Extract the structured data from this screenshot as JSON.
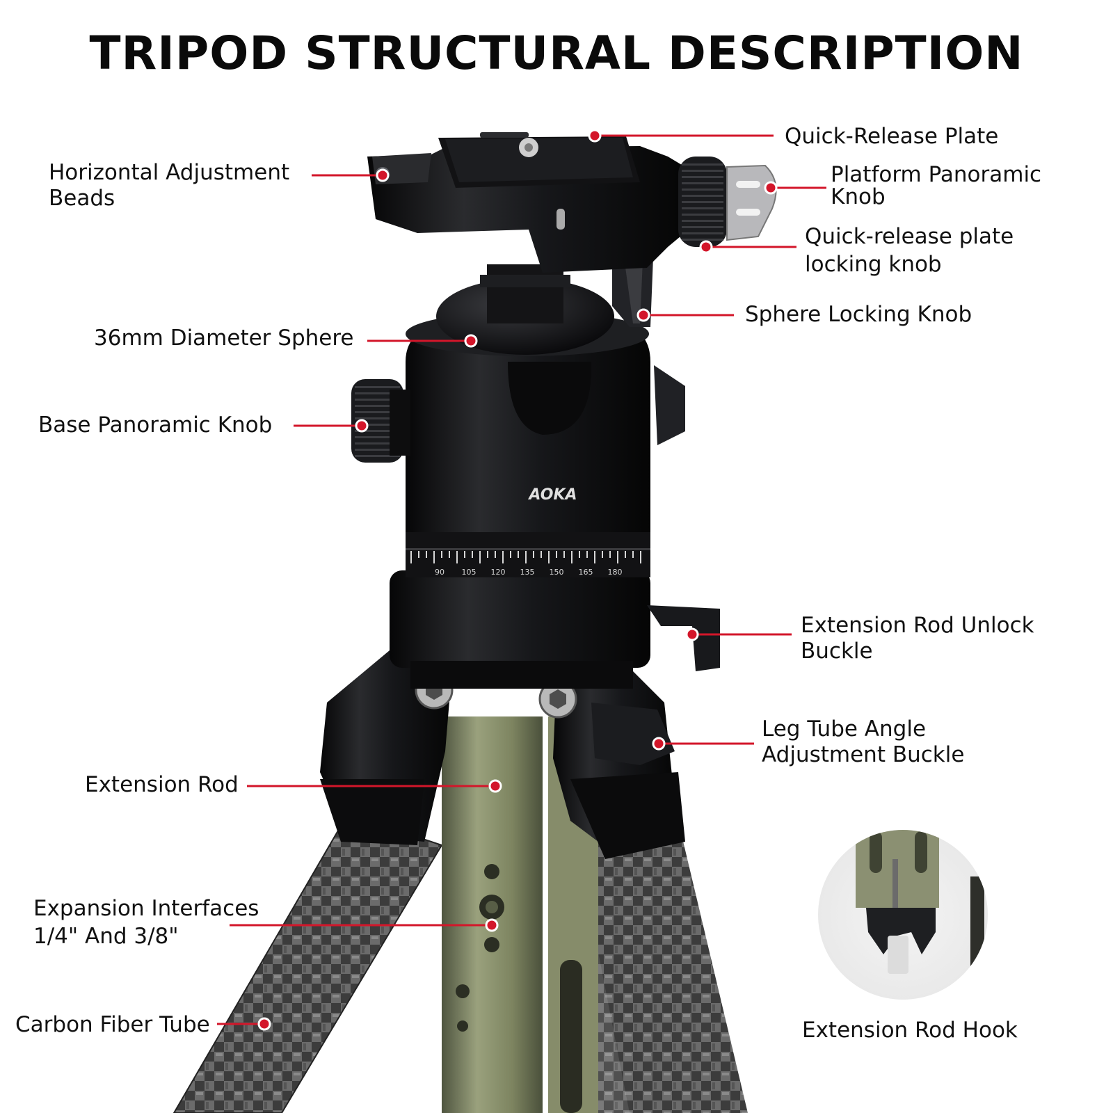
{
  "title": "TRIPOD STRUCTURAL DESCRIPTION",
  "brand_logo_text": "AOKA",
  "scale_markings": [
    "90",
    "105",
    "120",
    "135",
    "150",
    "165",
    "180"
  ],
  "labels": {
    "quick_release_plate": "Quick-Release Plate",
    "horizontal_adjustment_beads": [
      "Horizontal Adjustment",
      "Beads"
    ],
    "platform_panoramic_knob": [
      "Platform Panoramic",
      "Knob"
    ],
    "quick_release_plate_locking_knob": [
      "Quick-release plate",
      "locking knob"
    ],
    "sphere_locking_knob": "Sphere Locking Knob",
    "diameter_sphere": "36mm Diameter Sphere",
    "base_panoramic_knob": "Base Panoramic Knob",
    "extension_rod_unlock_buckle": [
      "Extension Rod Unlock",
      "Buckle"
    ],
    "leg_tube_angle_adjustment_buckle": [
      "Leg Tube Angle",
      "Adjustment Buckle"
    ],
    "extension_rod": "Extension Rod",
    "expansion_interfaces": [
      "Expansion Interfaces",
      "1/4\" And 3/8\""
    ],
    "carbon_fiber_tube": "Carbon Fiber Tube",
    "extension_rod_hook": "Extension Rod Hook"
  },
  "colors": {
    "callout": "#d3162a",
    "head_black": "#141416",
    "rod_green": "#7d8460",
    "carbon": "#3a3a3a"
  }
}
